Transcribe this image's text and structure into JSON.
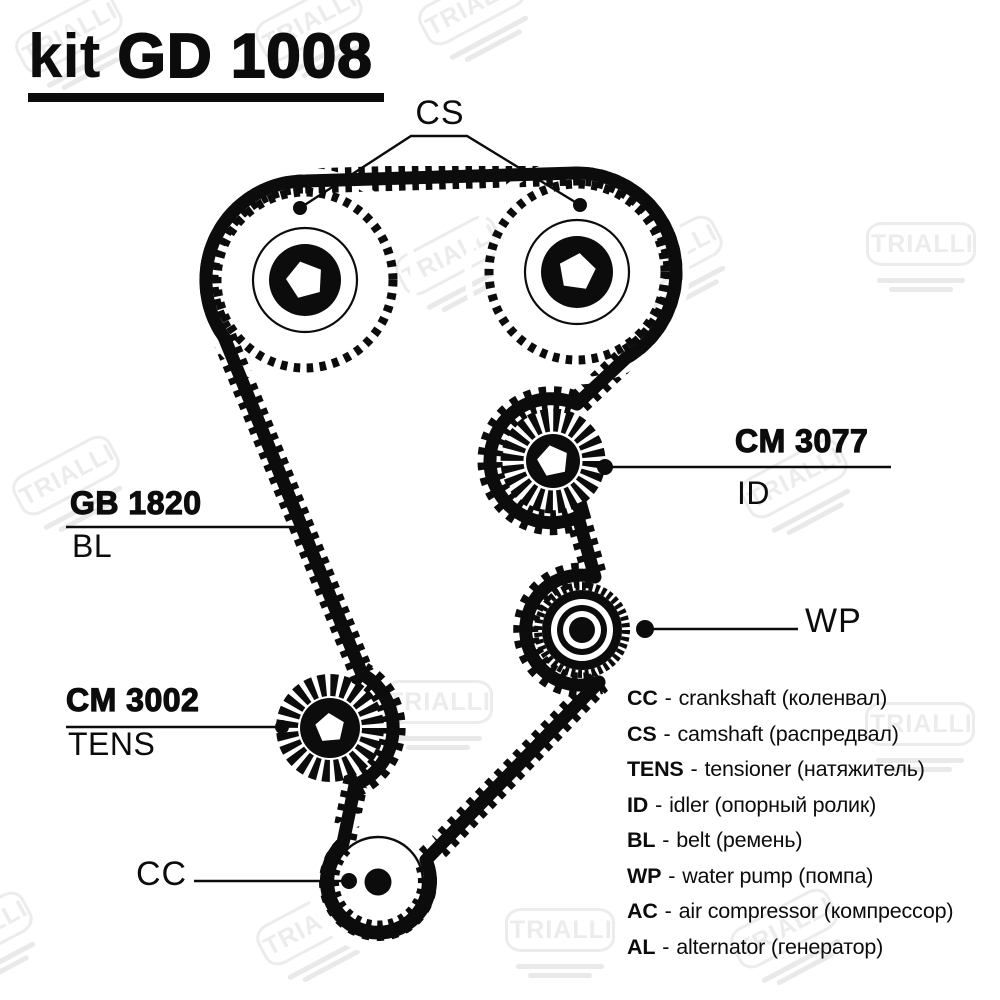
{
  "title": {
    "prefix": "kit",
    "code": "GD 1008"
  },
  "watermark": {
    "text": "TRIALLI"
  },
  "callouts": {
    "camshaft_label": "CS",
    "crankshaft_label": "CC",
    "water_pump_label": "WP",
    "belt": {
      "code": "GB 1820",
      "abbr": "BL"
    },
    "idler": {
      "code": "CM 3077",
      "abbr": "ID"
    },
    "tensioner": {
      "code": "CM 3002",
      "abbr": "TENS"
    }
  },
  "legend": {
    "separator": "-",
    "items": [
      {
        "abbr": "CC",
        "desc": "crankshaft (коленвал)"
      },
      {
        "abbr": "CS",
        "desc": "camshaft (распредвал)"
      },
      {
        "abbr": "TENS",
        "desc": "tensioner (натяжитель)"
      },
      {
        "abbr": "ID",
        "desc": "idler (опорный ролик)"
      },
      {
        "abbr": "BL",
        "desc": "belt (ремень)"
      },
      {
        "abbr": "WP",
        "desc": "water pump (помпа)"
      },
      {
        "abbr": "AC",
        "desc": "air compressor (компрессор)"
      },
      {
        "abbr": "AL",
        "desc": "alternator (генератор)"
      }
    ]
  },
  "colors": {
    "ink": "#0c0c0c",
    "background": "#ffffff",
    "watermark": "#ececec"
  }
}
